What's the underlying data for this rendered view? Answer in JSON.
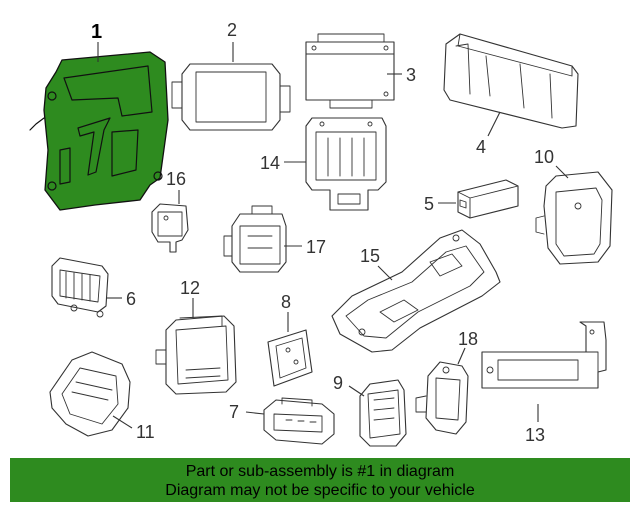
{
  "callouts": [
    "1",
    "2",
    "3",
    "4",
    "5",
    "6",
    "7",
    "8",
    "9",
    "10",
    "11",
    "12",
    "13",
    "14",
    "15",
    "16",
    "17",
    "18"
  ],
  "highlighted_part": "1",
  "colors": {
    "highlight": "#2e8b1f",
    "banner": "#2e8b1f",
    "line": "#333333"
  },
  "banner": {
    "line1": "Part or sub-assembly is #1 in diagram",
    "line2": "Diagram may not be specific to your vehicle"
  }
}
